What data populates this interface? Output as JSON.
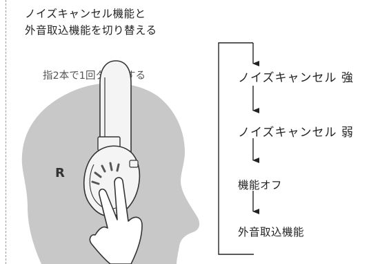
{
  "title_lines": [
    "ノイズキャンセル機能と",
    "外音取込機能を切り替える"
  ],
  "instruction": "指2本で1回タップする",
  "side_label": "R",
  "modes": [
    "ノイズキャンセル 強",
    "ノイズキャンセル 弱",
    "機能オフ",
    "外音取込機能"
  ],
  "colors": {
    "head": "#c8c8c8",
    "headphone": "#f4f4f4",
    "outline": "#333333",
    "dashed": "#9a9a9a"
  }
}
